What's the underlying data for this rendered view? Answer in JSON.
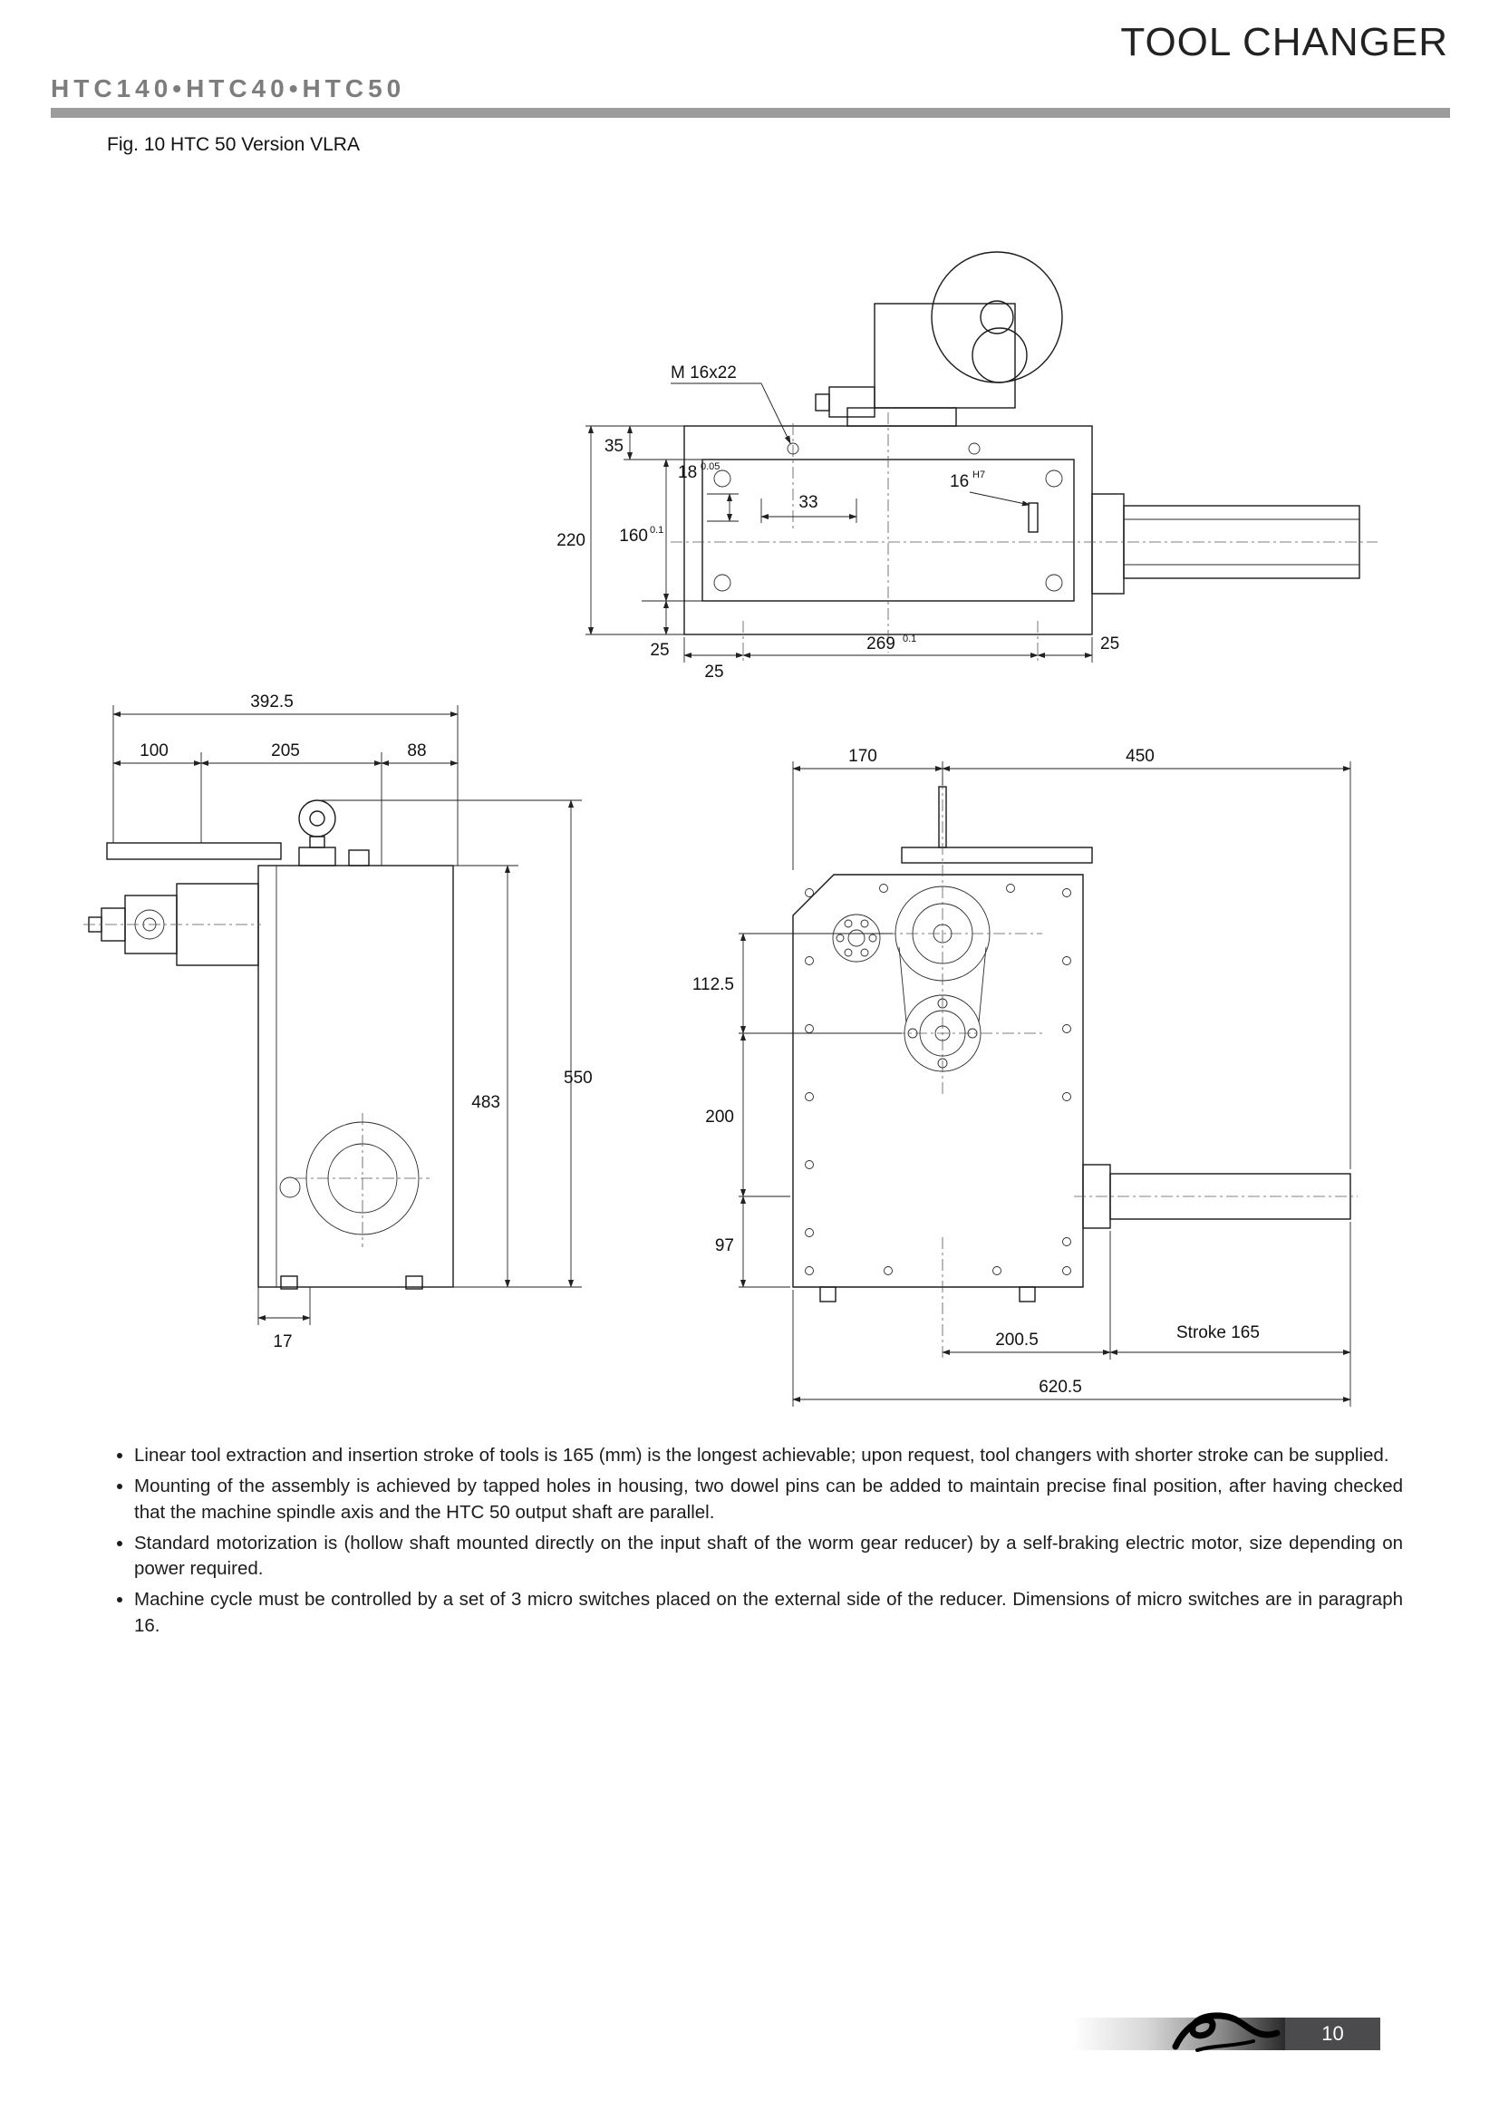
{
  "header": {
    "title": "TOOL CHANGER",
    "model_line": "HTC140•HTC40•HTC50"
  },
  "figure": {
    "caption": "Fig. 10 HTC 50 Version VLRA"
  },
  "drawings": {
    "top": {
      "label_m": "M 16x22",
      "d35": "35",
      "d220": "220",
      "d160": "160",
      "t160": "0.1",
      "d18": "18",
      "t18": "0.05",
      "d33": "33",
      "d16": "16",
      "t16": "H7",
      "d25_left": "25",
      "d25_a": "25",
      "d269": "269",
      "t269": "0.1",
      "d25_b": "25"
    },
    "left": {
      "d392": "392.5",
      "d100": "100",
      "d205": "205",
      "d88": "88",
      "d550": "550",
      "d483": "483",
      "d17": "17"
    },
    "right": {
      "d170": "170",
      "d450": "450",
      "d112": "112.5",
      "d200": "200",
      "d97": "97",
      "d200_5": "200.5",
      "stroke": "Stroke 165",
      "d620": "620.5"
    }
  },
  "bullets": [
    "Linear tool extraction and insertion stroke of tools is 165 (mm) is the longest achievable; upon request, tool changers with shorter stroke can be supplied.",
    "Mounting of the assembly is achieved by tapped  holes in housing, two dowel pins can be added to maintain precise final position, after having checked that the machine spindle axis and the HTC 50 output shaft are parallel.",
    "Standard motorization is (hollow shaft mounted directly on the input shaft of the worm gear reducer) by a self-braking electric motor, size depending on power required.",
    "Machine cycle must be controlled by a set of 3 micro switches placed on the external side of the reducer. Dimensions of micro switches are in paragraph 16."
  ],
  "footer": {
    "page_number": "10"
  }
}
